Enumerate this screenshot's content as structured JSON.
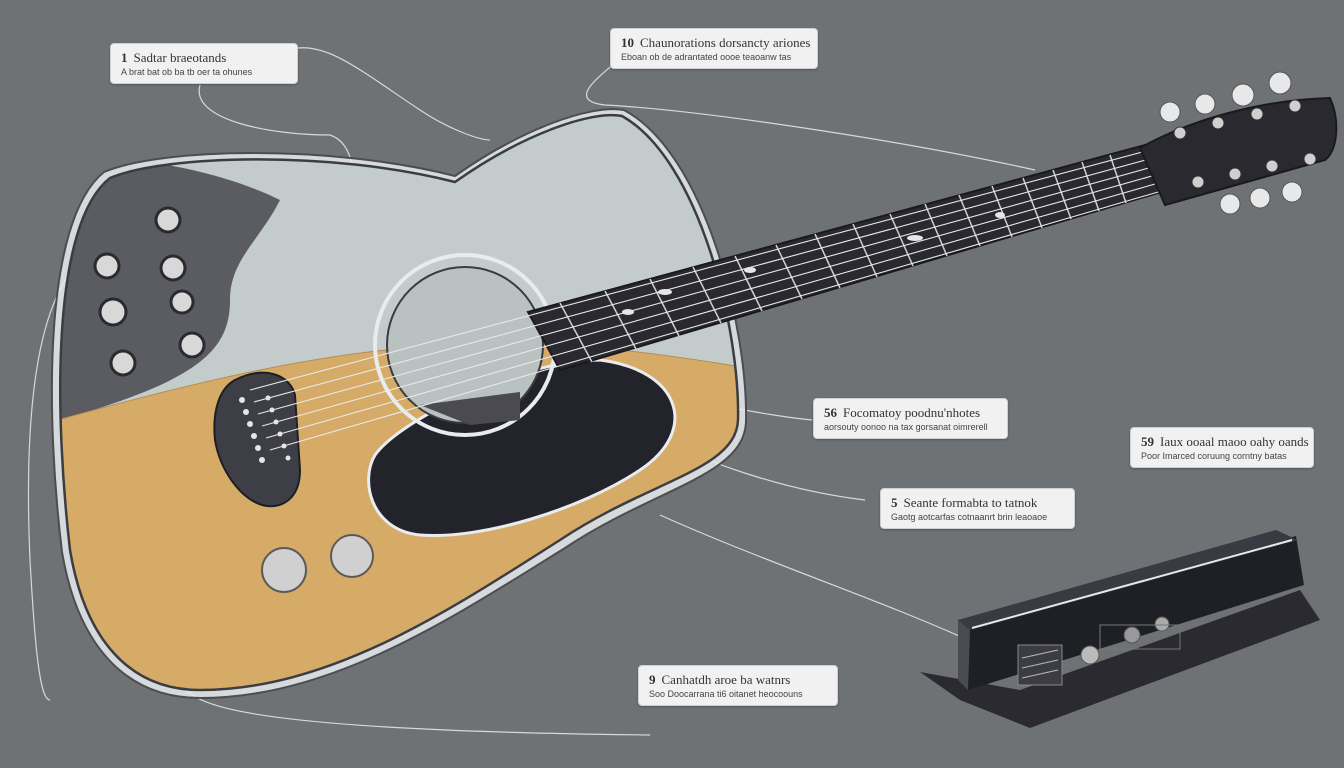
{
  "callouts": [
    {
      "id": "c1",
      "number": "1",
      "title": "Sadtar braeotands",
      "subtitle": "A brat bat ob ba tb oer ta ohunes"
    },
    {
      "id": "c2",
      "number": "10",
      "title": "Chaunorations dorsancty ariones",
      "subtitle": "Eboan ob de adrantated oooe teaoanw tas"
    },
    {
      "id": "c3",
      "number": "56",
      "title": "Focomatoy poodnu'nhotes",
      "subtitle": "aorsouty oonoo na tax gorsanat oimrerell"
    },
    {
      "id": "c4",
      "number": "59",
      "title": "Iaux ooaal maoo oahy oands",
      "subtitle": "Poor Imarced coruung corntny batas"
    },
    {
      "id": "c5",
      "number": "5",
      "title": "Seante formabta to tatnok",
      "subtitle": "Gaotg aotcarfas cotnaanrt brin leaoaoe"
    },
    {
      "id": "c6",
      "number": "9",
      "title": "Canhatdh aroe ba watnrs",
      "subtitle": "Soo Doocarrana ti6 oitanet heocoouns"
    }
  ],
  "colors": {
    "background": "#6f7275",
    "upper_body": "#c4cccb",
    "lower_body": "#d6ab68",
    "outline": "#e9ecee",
    "pickguard": "#23232b",
    "neck": "#2b2930",
    "knob": "#d8d8d8"
  },
  "icons": [
    "tuning-peg-icon",
    "control-knob-icon",
    "amplifier-box-icon"
  ]
}
